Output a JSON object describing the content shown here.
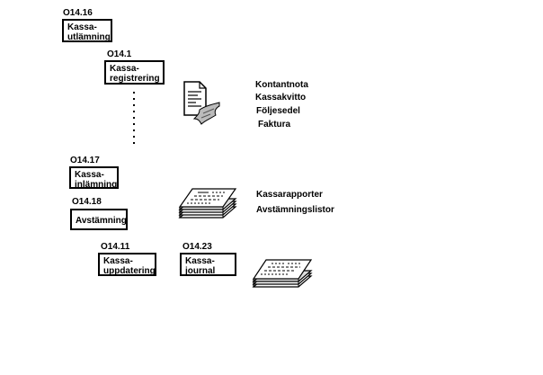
{
  "nodes": {
    "kassa_utlamning": {
      "code": "O14.16",
      "line1": "Kassa-",
      "line2": "utlämning"
    },
    "kassa_registrering": {
      "code": "O14.1",
      "line1": "Kassa-",
      "line2": "registrering"
    },
    "kassa_inlamning": {
      "code": "O14.17",
      "line1": "Kassa-",
      "line2": "inlämning"
    },
    "avstamning": {
      "code": "O14.18",
      "line1": "Avstämning"
    },
    "kassa_uppdatering": {
      "code": "O14.11",
      "line1": "Kassa-",
      "line2": "uppdatering"
    },
    "kassa_journal": {
      "code": "O14.23",
      "line1": "Kassa-",
      "line2": "journal"
    }
  },
  "outputs": {
    "documents_list": [
      "Kontantnota",
      "Kassakvitto",
      "Följesedel",
      "Faktura"
    ],
    "reports_list": [
      "Kassarapporter",
      "Avstämningslistor"
    ]
  },
  "icons": {
    "document": "document-icon",
    "printout": "printout-icon"
  }
}
